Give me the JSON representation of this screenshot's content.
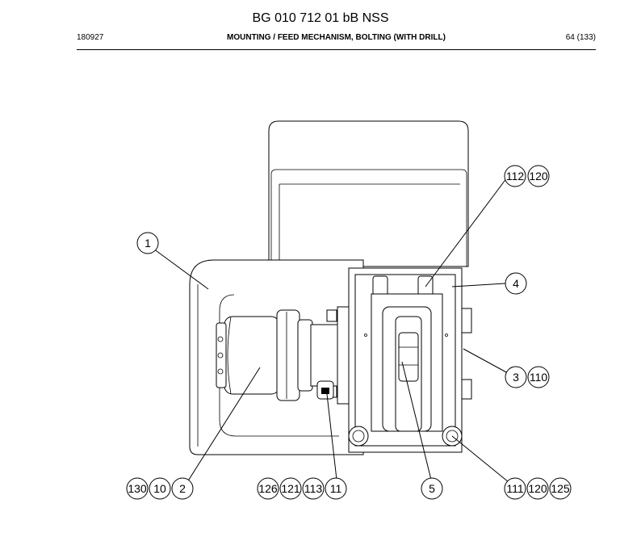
{
  "header": {
    "doc_title": "BG 010 712 01 bB NSS",
    "date_code": "180927",
    "section_title": "MOUNTING / FEED MECHANISM, BOLTING (WITH DRILL)",
    "page_number": "64 (133)"
  },
  "callouts": {
    "c1": "1",
    "c2": "2",
    "c3": "3",
    "c4": "4",
    "c5": "5",
    "c10": "10",
    "c11": "11",
    "c110": "110",
    "c111": "111",
    "c112": "112",
    "c113": "113",
    "c120a": "120",
    "c120b": "120",
    "c121": "121",
    "c125": "125",
    "c126": "126",
    "c130": "130"
  }
}
